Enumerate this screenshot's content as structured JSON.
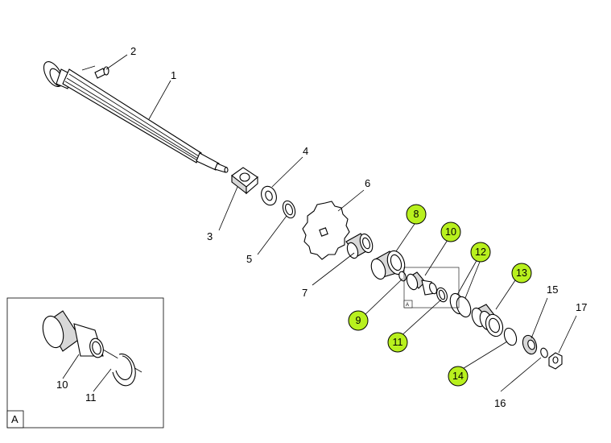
{
  "labels": {
    "p1": "1",
    "p2": "2",
    "p3": "3",
    "p4": "4",
    "p5": "5",
    "p6": "6",
    "p7": "7",
    "p8": "8",
    "p9": "9",
    "p10": "10",
    "p11": "11",
    "p12": "12",
    "p13": "13",
    "p14": "14",
    "p15": "15",
    "p16": "16",
    "p17": "17"
  },
  "detail": {
    "ref_label": "A",
    "label_10": "10",
    "label_11": "11",
    "marker": "A"
  },
  "colors": {
    "highlight": "#b8f01e",
    "stroke": "#000000"
  }
}
